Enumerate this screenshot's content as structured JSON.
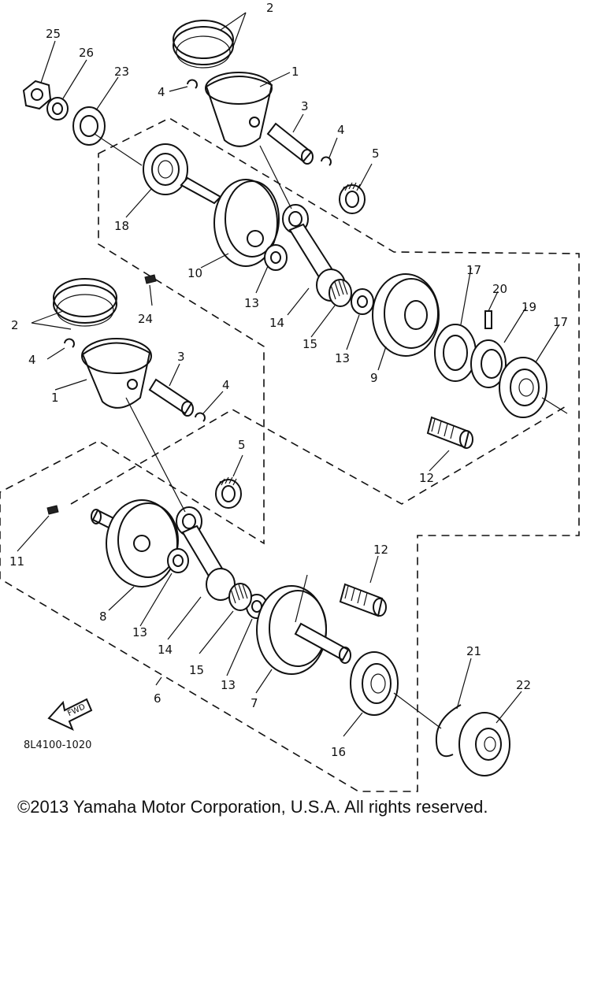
{
  "diagram": {
    "part_labels": {
      "p1_upper": "1",
      "p1_lower": "1",
      "p2_upper": "2",
      "p2_lower": "2",
      "p3_upper": "3",
      "p3_lower": "3",
      "p4_a": "4",
      "p4_b": "4",
      "p4_c": "4",
      "p4_d": "4",
      "p5_upper": "5",
      "p5_lower": "5",
      "p6": "6",
      "p7": "7",
      "p8": "8",
      "p9": "9",
      "p10": "10",
      "p11": "11",
      "p12_upper": "12",
      "p12_lower": "12",
      "p13_a": "13",
      "p13_b": "13",
      "p13_c": "13",
      "p13_d": "13",
      "p14_upper": "14",
      "p14_lower": "14",
      "p15_upper": "15",
      "p15_lower": "15",
      "p16": "16",
      "p17_a": "17",
      "p17_b": "17",
      "p18": "18",
      "p19": "19",
      "p20": "20",
      "p21": "21",
      "p22": "22",
      "p23": "23",
      "p24": "24",
      "p25": "25",
      "p26": "26"
    },
    "fwd_label": "FWD",
    "drawing_code": "8L4100-1020"
  },
  "copyright": "©2013 Yamaha Motor Corporation, U.S.A. All rights reserved."
}
